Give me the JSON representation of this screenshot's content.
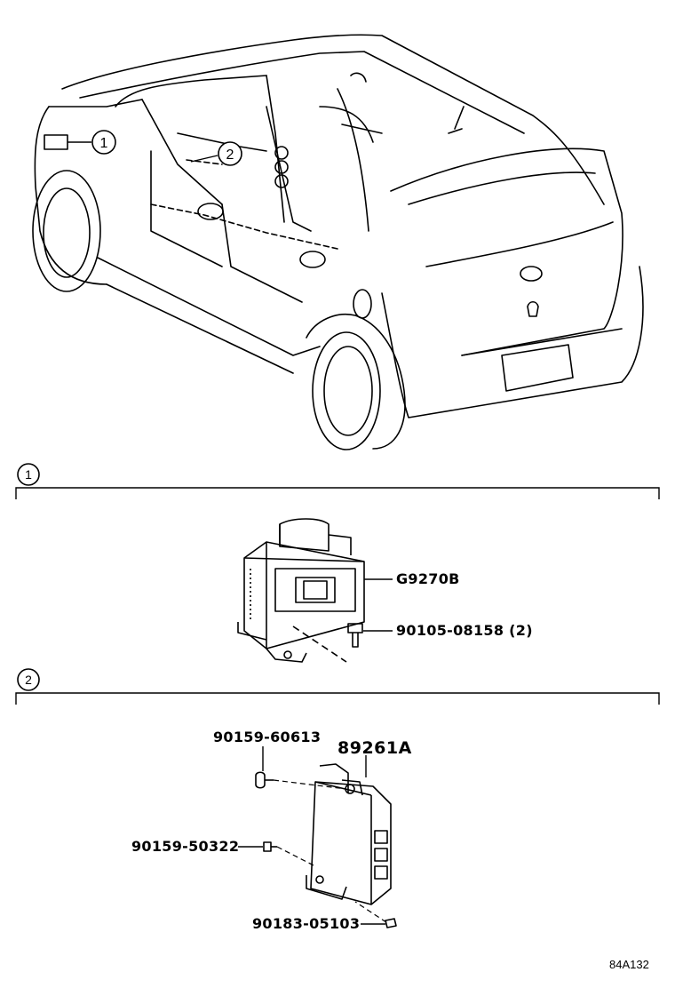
{
  "callouts": {
    "overview": [
      "1",
      "2"
    ],
    "section1": "1",
    "section2": "2"
  },
  "section1_parts": [
    {
      "part_no": "G9270B"
    },
    {
      "part_no": "90105-08158",
      "qty": "(2)"
    }
  ],
  "section2_parts": [
    {
      "part_no": "90159-60613"
    },
    {
      "part_no": "89261A"
    },
    {
      "part_no": "90159-50322"
    },
    {
      "part_no": "90183-05103"
    }
  ],
  "diagram_code": "84A132",
  "colors": {
    "line": "#000000",
    "background": "#ffffff"
  }
}
